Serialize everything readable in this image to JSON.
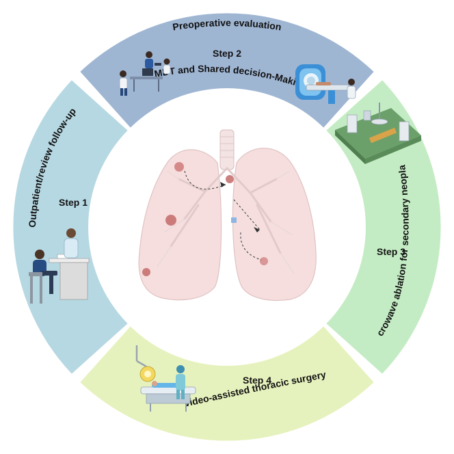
{
  "segments": {
    "top": {
      "title": "Preoperative evaluation",
      "step": "Step 2",
      "subtitle": "MDT and Shared decision-Making",
      "color": "#9fb6d3"
    },
    "left": {
      "title": "Outpatient/review follow-up",
      "step": "Step 1",
      "color": "#b6d8e2"
    },
    "right": {
      "title": "microwave ablation for secondary neoplasm",
      "step": "Step 3",
      "color": "#c4ecc4"
    },
    "bottom": {
      "step": "Step 4",
      "title": "video-assisted thoracic surgery",
      "color": "#e6f2bd"
    }
  },
  "center": {
    "illustration": "lungs-with-nodules",
    "lung_color": "#f6dede"
  },
  "icons": [
    "mdt-meeting-icon",
    "ct-scanner-icon",
    "doctor-consultation-icon",
    "operating-room-icon",
    "surgery-icon"
  ]
}
